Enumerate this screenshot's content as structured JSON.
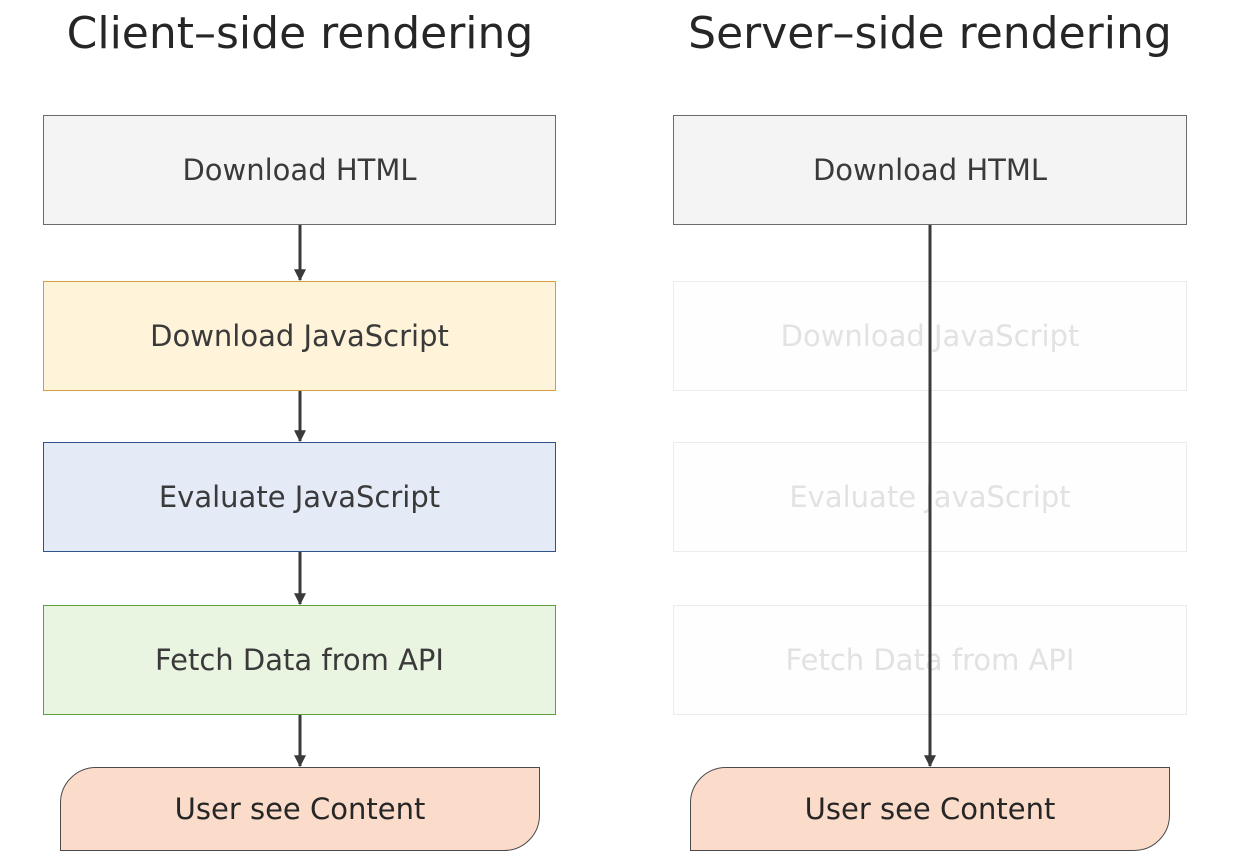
{
  "client": {
    "title": "Client–side rendering",
    "steps": [
      "Download HTML",
      "Download JavaScript",
      "Evaluate JavaScript",
      "Fetch Data from API"
    ],
    "end": "User see Content"
  },
  "server": {
    "title": "Server–side rendering",
    "steps": [
      "Download HTML",
      "Download JavaScript",
      "Evaluate JavaScript",
      "Fetch Data from API"
    ],
    "end": "User see Content"
  },
  "colors": {
    "step_gray": "#f4f4f4",
    "step_yellow": "#fff3d9",
    "step_blue": "#e4eaf6",
    "step_green": "#e9f4e1",
    "terminal": "#fbdccb",
    "skipped_text": "#e2e2e2"
  }
}
